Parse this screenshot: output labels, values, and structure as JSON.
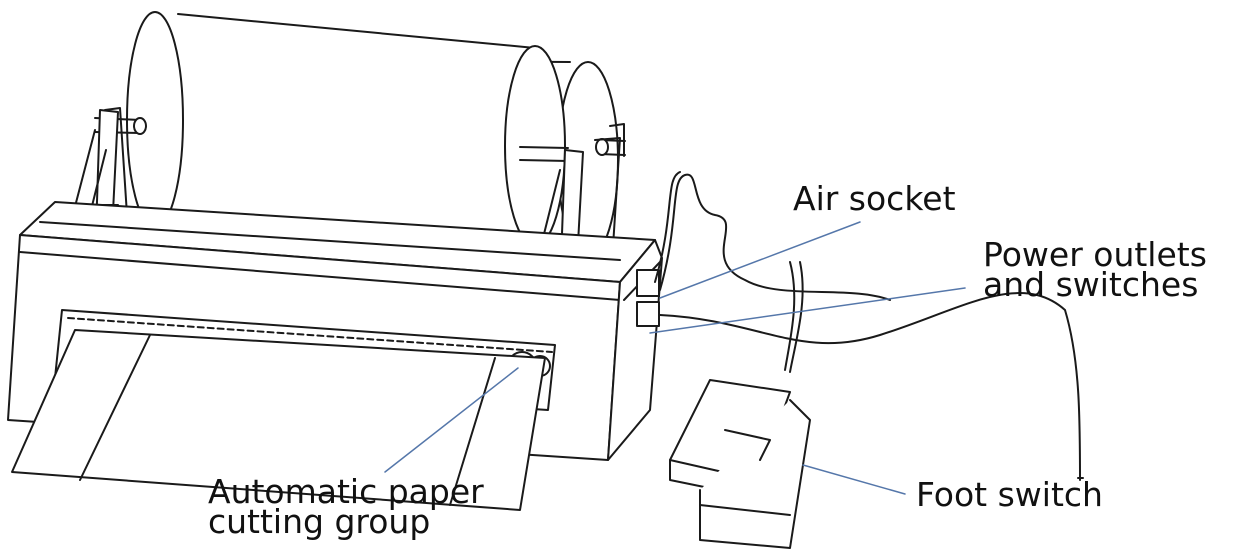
{
  "labels": {
    "air_socket": "Air socket",
    "power_line1": "Power outlets",
    "power_line2": "and switches",
    "cutting_line1": "Automatic paper",
    "cutting_line2": "cutting group",
    "foot_switch": "Foot switch"
  },
  "colors": {
    "line_art": "#1a1a1a",
    "leader_line": "#5577aa",
    "background": "#ffffff"
  }
}
